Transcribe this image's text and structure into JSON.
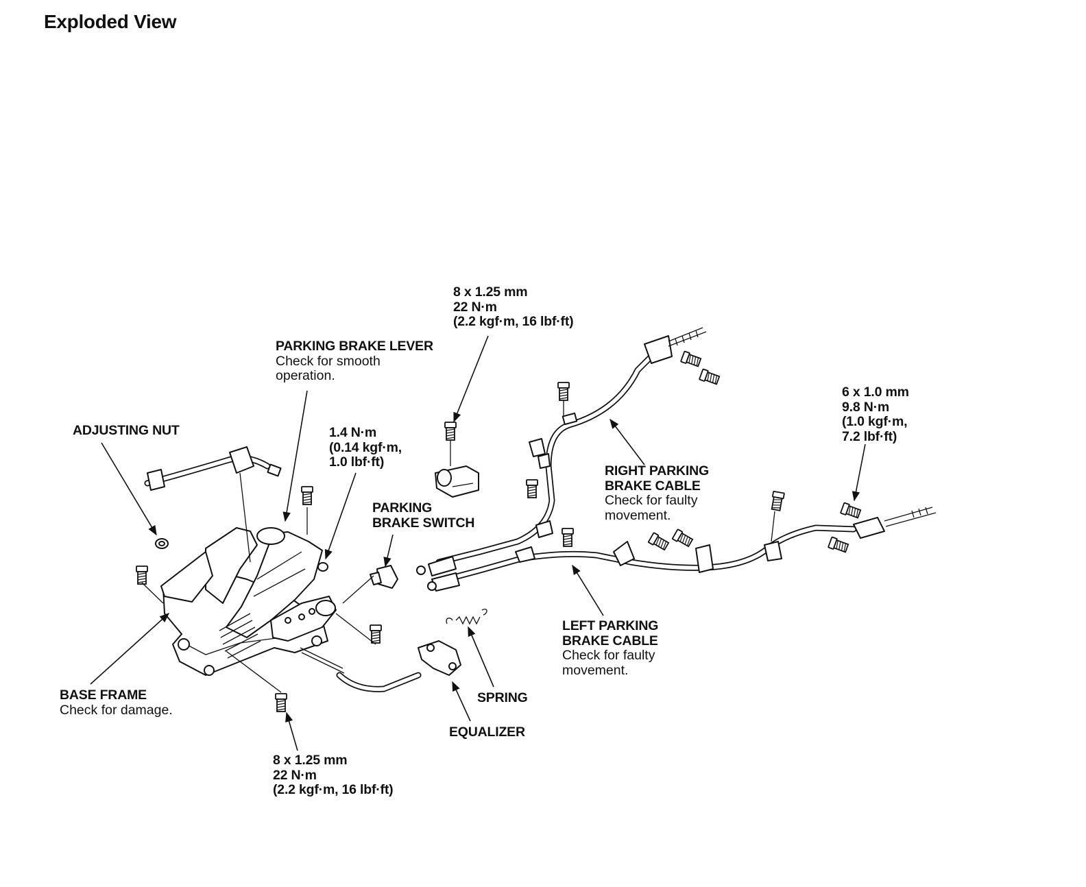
{
  "page": {
    "title": "Exploded View"
  },
  "callouts": {
    "parking_brake_lever": {
      "heading": "PARKING BRAKE LEVER",
      "note_line1": "Check for smooth",
      "note_line2": "operation."
    },
    "adjusting_nut": {
      "heading": "ADJUSTING NUT"
    },
    "switch_torque": {
      "line1": "1.4 N·m",
      "line2": "(0.14 kgf·m,",
      "line3": "1.0 lbf·ft)"
    },
    "parking_brake_switch": {
      "line1": "PARKING",
      "line2": "BRAKE SWITCH"
    },
    "top_bolt_spec": {
      "line1": "8 x 1.25 mm",
      "line2": "22 N·m",
      "line3": "(2.2 kgf·m, 16 lbf·ft)"
    },
    "right_parking_brake_cable": {
      "line1": "RIGHT PARKING",
      "line2": "BRAKE CABLE",
      "note_line1": "Check for faulty",
      "note_line2": "movement."
    },
    "right_bolt_spec": {
      "line1": "6 x 1.0 mm",
      "line2": "9.8 N·m",
      "line3": "(1.0 kgf·m,",
      "line4": "7.2 lbf·ft)"
    },
    "left_parking_brake_cable": {
      "line1": "LEFT PARKING",
      "line2": "BRAKE CABLE",
      "note_line1": "Check for faulty",
      "note_line2": "movement."
    },
    "base_frame": {
      "heading": "BASE FRAME",
      "note": "Check for damage."
    },
    "spring": {
      "heading": "SPRING"
    },
    "equalizer": {
      "heading": "EQUALIZER"
    },
    "bottom_bolt_spec": {
      "line1": "8 x 1.25 mm",
      "line2": "22 N·m",
      "line3": "(2.2 kgf·m, 16 lbf·ft)"
    }
  },
  "icons": [
    "bolt-icon",
    "nut-icon",
    "cable-end-icon",
    "arrow-icon"
  ],
  "colors": {
    "ink": "#111111",
    "paper": "#ffffff"
  }
}
